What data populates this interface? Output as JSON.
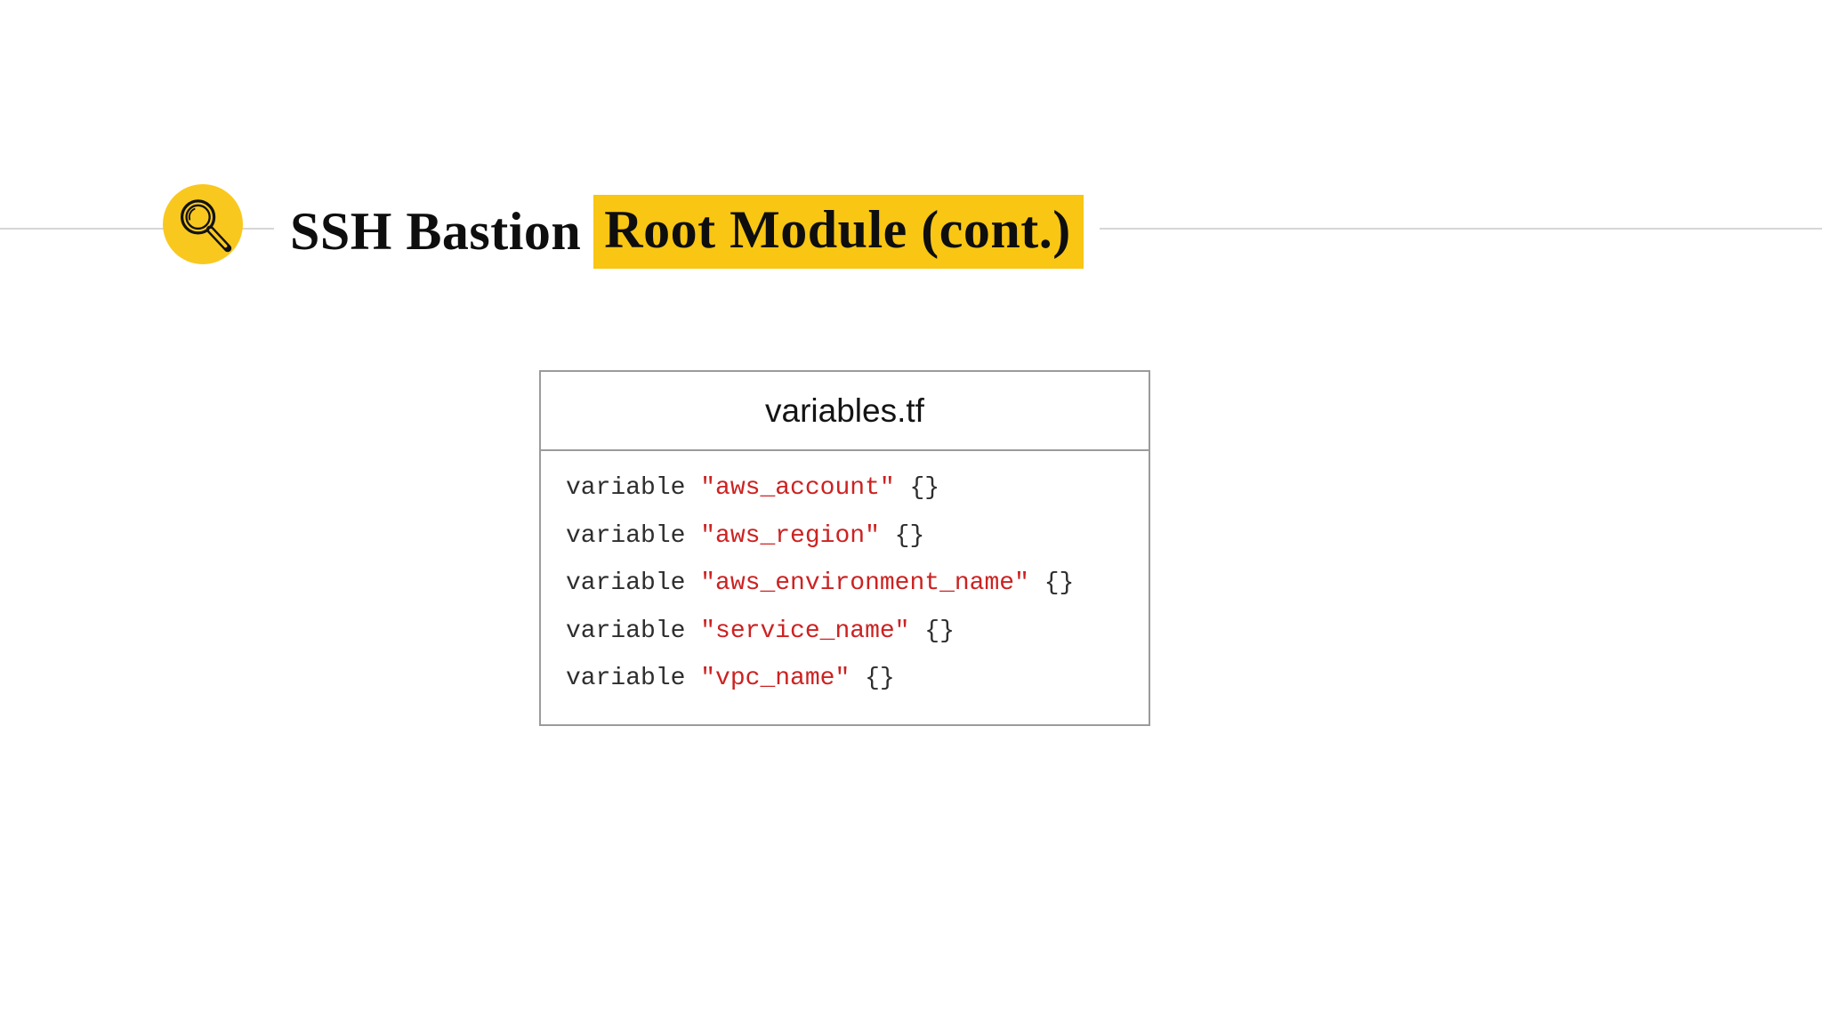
{
  "colors": {
    "accent_yellow": "#F8C613",
    "icon_yellow": "#F9C81F",
    "code_string_red": "#CC2222",
    "code_plain_dark": "#2E2E2E",
    "rule_gray": "#D6D6D6",
    "box_border_gray": "#9B9B9B"
  },
  "header": {
    "icon": "magnifier-icon",
    "title_plain": "SSH Bastion",
    "title_highlight": "Root Module (cont.)"
  },
  "code_panel": {
    "filename": "variables.tf",
    "lines": [
      {
        "keyword": "variable",
        "string": "\"aws_account\"",
        "suffix": "{}"
      },
      {
        "keyword": "variable",
        "string": "\"aws_region\"",
        "suffix": "{}"
      },
      {
        "keyword": "variable",
        "string": "\"aws_environment_name\"",
        "suffix": "{}"
      },
      {
        "keyword": "variable",
        "string": "\"service_name\"",
        "suffix": "{}"
      },
      {
        "keyword": "variable",
        "string": "\"vpc_name\"",
        "suffix": "{}"
      }
    ]
  }
}
